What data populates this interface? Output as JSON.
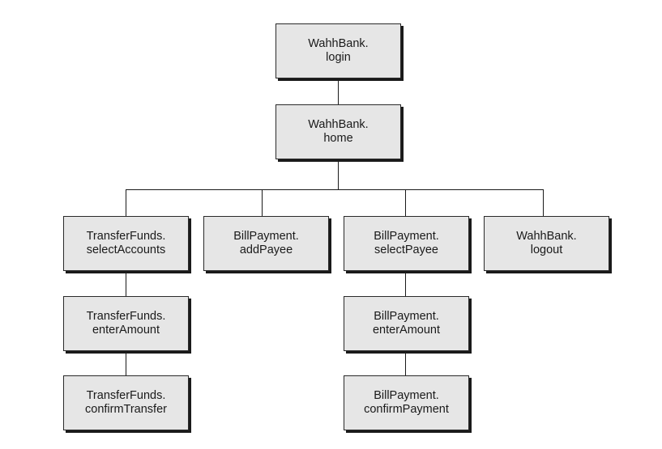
{
  "nodes": {
    "login": {
      "line1": "WahhBank.",
      "line2": "login"
    },
    "home": {
      "line1": "WahhBank.",
      "line2": "home"
    },
    "transfer_select_accounts": {
      "line1": "TransferFunds.",
      "line2": "selectAccounts"
    },
    "bill_add_payee": {
      "line1": "BillPayment.",
      "line2": "addPayee"
    },
    "bill_select_payee": {
      "line1": "BillPayment.",
      "line2": "selectPayee"
    },
    "logout": {
      "line1": "WahhBank.",
      "line2": "logout"
    },
    "transfer_enter_amount": {
      "line1": "TransferFunds.",
      "line2": "enterAmount"
    },
    "bill_enter_amount": {
      "line1": "BillPayment.",
      "line2": "enterAmount"
    },
    "transfer_confirm": {
      "line1": "TransferFunds.",
      "line2": "confirmTransfer"
    },
    "bill_confirm": {
      "line1": "BillPayment.",
      "line2": "confirmPayment"
    }
  },
  "edges": [
    [
      "login",
      "home"
    ],
    [
      "home",
      "transfer_select_accounts"
    ],
    [
      "home",
      "bill_add_payee"
    ],
    [
      "home",
      "bill_select_payee"
    ],
    [
      "home",
      "logout"
    ],
    [
      "transfer_select_accounts",
      "transfer_enter_amount"
    ],
    [
      "transfer_enter_amount",
      "transfer_confirm"
    ],
    [
      "bill_select_payee",
      "bill_enter_amount"
    ],
    [
      "bill_enter_amount",
      "bill_confirm"
    ]
  ],
  "colors": {
    "node_fill": "#e6e6e6",
    "node_border": "#2a2a2a",
    "node_shadow": "#1a1a1a",
    "connector": "#1a1a1a",
    "text": "#1a1a1a",
    "background": "#ffffff"
  }
}
